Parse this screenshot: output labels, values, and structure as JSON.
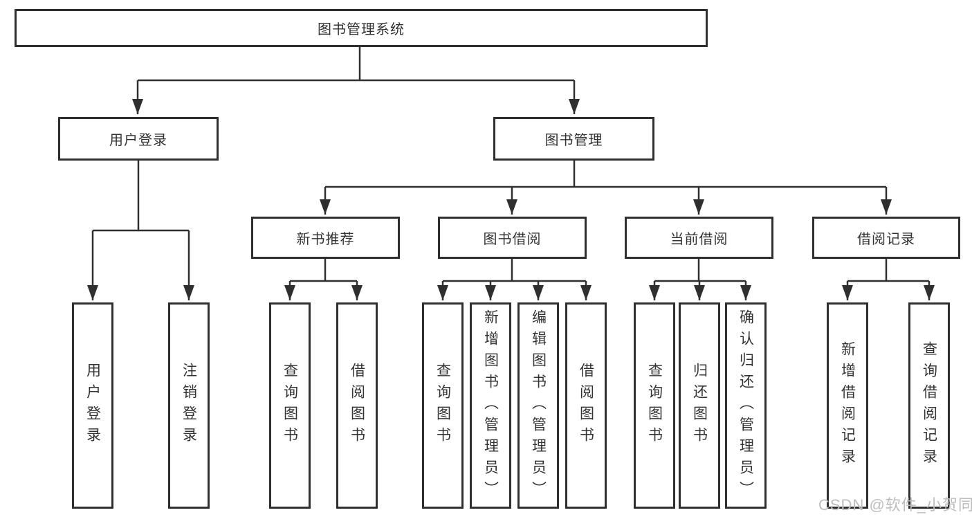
{
  "diagram": {
    "title": "图书管理系统",
    "root": {
      "label": "图书管理系统"
    },
    "branches": [
      {
        "label": "用户登录",
        "children": [
          {
            "label": "用户登录"
          },
          {
            "label": "注销登录"
          }
        ]
      },
      {
        "label": "图书管理",
        "children": [
          {
            "label": "新书推荐",
            "children": [
              {
                "label": "查询图书"
              },
              {
                "label": "借阅图书"
              }
            ]
          },
          {
            "label": "图书借阅",
            "children": [
              {
                "label": "查询图书"
              },
              {
                "label": "新增图书（管理员）"
              },
              {
                "label": "编辑图书（管理员）"
              },
              {
                "label": "借阅图书"
              }
            ]
          },
          {
            "label": "当前借阅",
            "children": [
              {
                "label": "查询图书"
              },
              {
                "label": "归还图书"
              },
              {
                "label": "确认归还（管理员）"
              }
            ]
          },
          {
            "label": "借阅记录",
            "children": [
              {
                "label": "新增借阅记录"
              },
              {
                "label": "查询借阅记录"
              }
            ]
          }
        ]
      }
    ]
  },
  "watermark": {
    "text": "CSDN @软件_小贺同学"
  },
  "colors": {
    "line": "#2f2f2f",
    "text": "#333333",
    "watermark": "#bdbdbd",
    "background": "#ffffff"
  }
}
